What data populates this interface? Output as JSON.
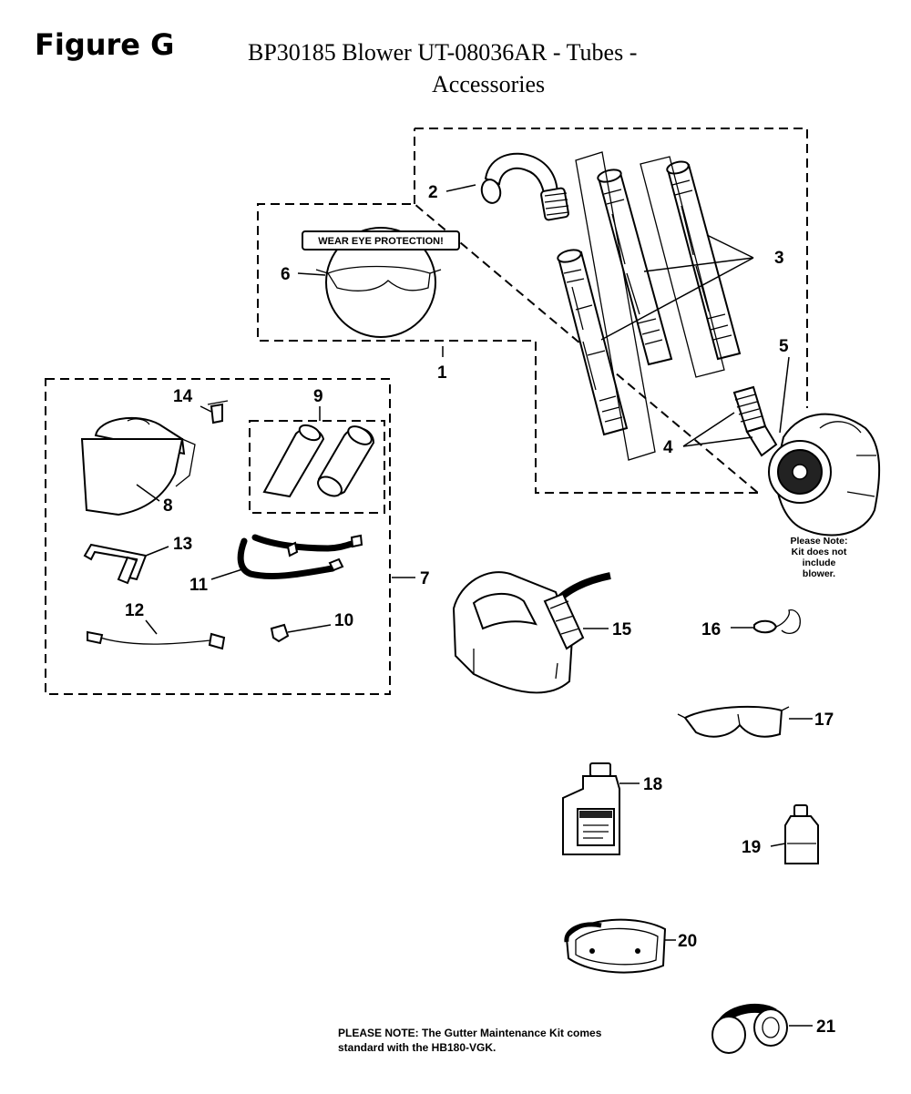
{
  "figure": {
    "label": "Figure G",
    "title_line1": "BP30185 Blower UT-08036AR - Tubes -",
    "title_line2": "Accessories"
  },
  "warning_label": "WEAR EYE PROTECTION!",
  "blower_note": [
    "Please Note:",
    "Kit does not",
    "include",
    "blower."
  ],
  "bottom_note": [
    "PLEASE NOTE:  The Gutter Maintenance Kit comes",
    "standard with the HB180-VGK."
  ],
  "callouts": {
    "c1": "1",
    "c2": "2",
    "c3": "3",
    "c4": "4",
    "c5": "5",
    "c6": "6",
    "c7": "7",
    "c8": "8",
    "c9": "9",
    "c10": "10",
    "c11": "11",
    "c12": "12",
    "c13": "13",
    "c14": "14",
    "c15": "15",
    "c16": "16",
    "c17": "17",
    "c18": "18",
    "c19": "19",
    "c20": "20",
    "c21": "21"
  },
  "icons": {
    "tubes": "blower-tube-icon",
    "blower": "leaf-blower-icon",
    "fuel_can": "fuel-can-icon",
    "glasses": "safety-glasses-icon",
    "goggles": "goggles-icon",
    "oil": "oil-bottle-icon",
    "earmuffs": "ear-muffs-icon"
  }
}
